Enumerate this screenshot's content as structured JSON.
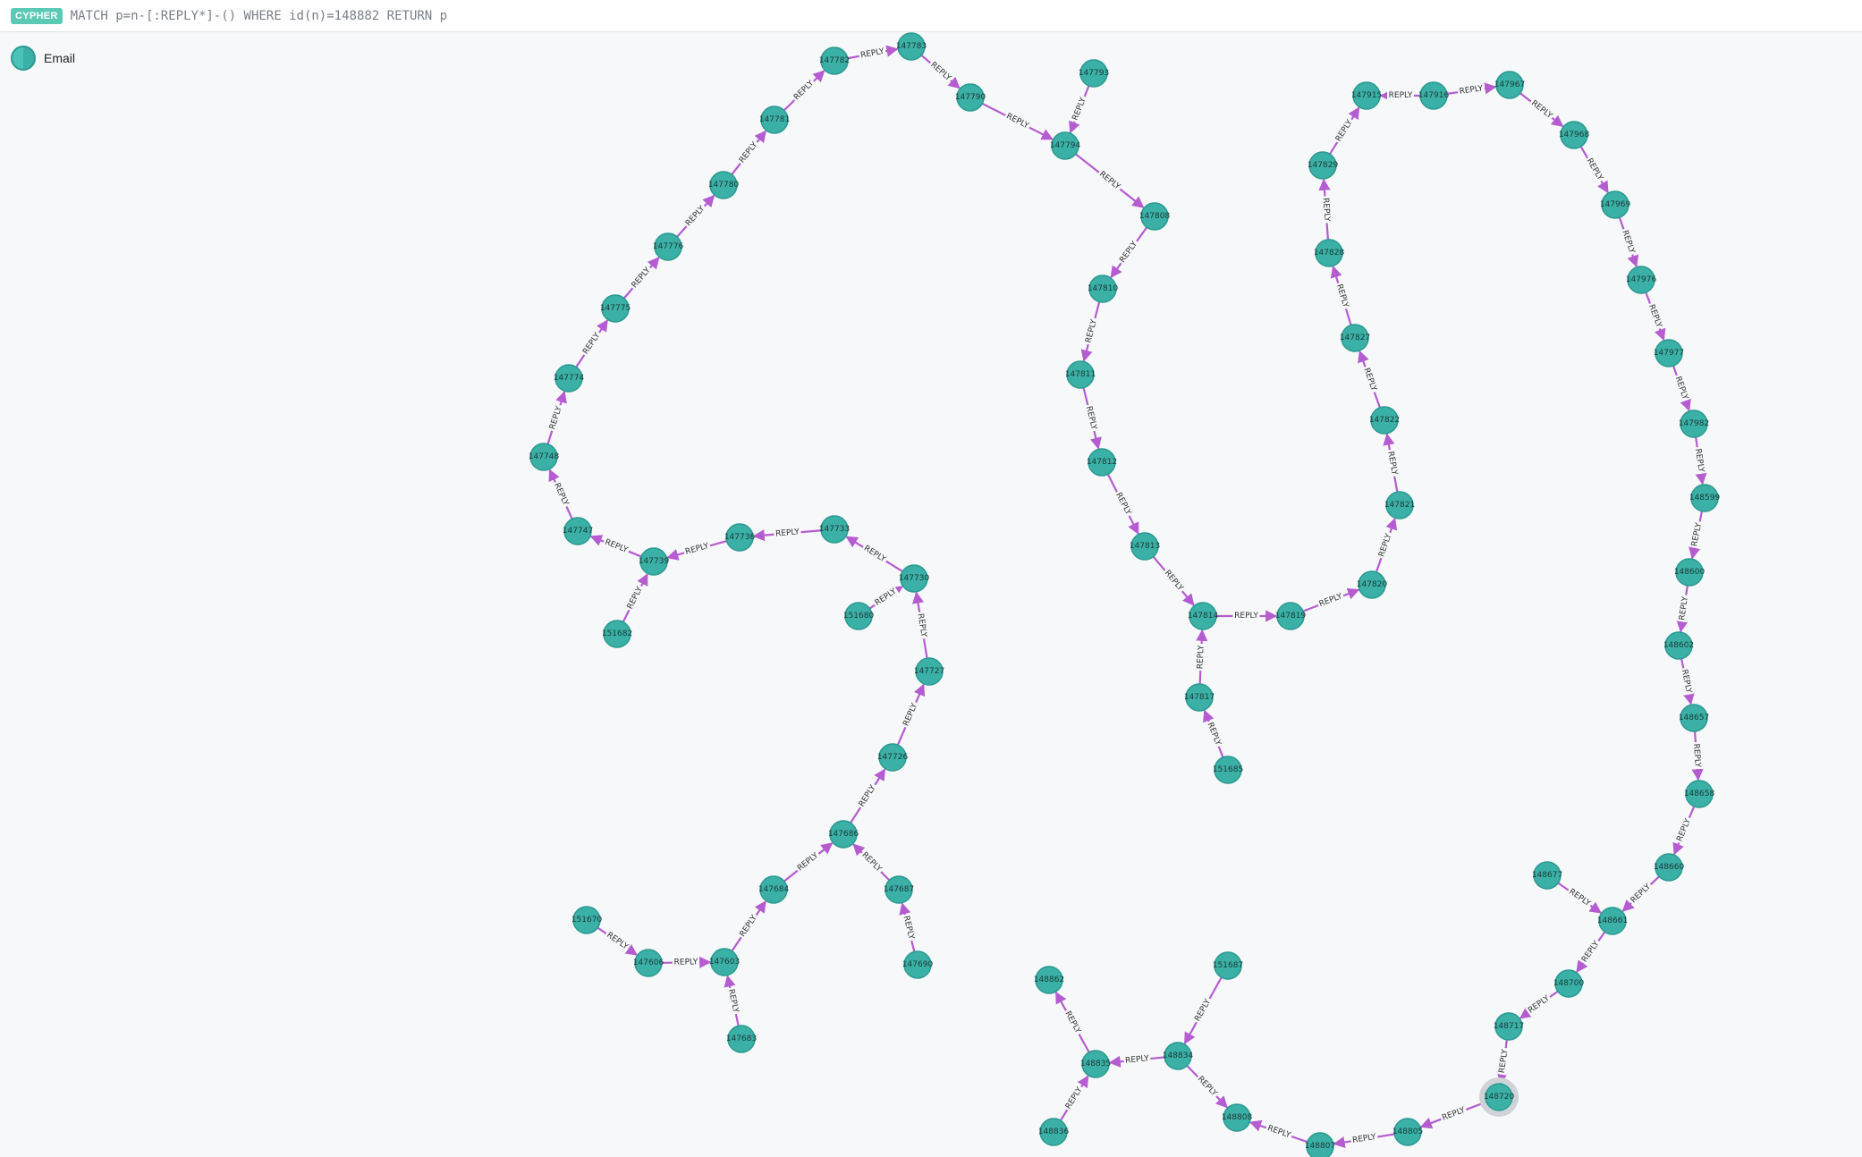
{
  "query_bar": {
    "badge": "CYPHER",
    "query": "MATCH p=n-[:REPLY*]-() WHERE id(n)=148882 RETURN p"
  },
  "legend": {
    "label": "Email",
    "color": "#3bb0a6"
  },
  "colors": {
    "node": "#3bb0a6",
    "edge": "#b45cd0",
    "background": "#f7f8fa"
  },
  "edge_label": "REPLY",
  "selected_node": "148720",
  "nodes": [
    {
      "id": "147783"
    },
    {
      "id": "147782"
    },
    {
      "id": "147781"
    },
    {
      "id": "147780"
    },
    {
      "id": "147776"
    },
    {
      "id": "147775"
    },
    {
      "id": "147774"
    },
    {
      "id": "147748"
    },
    {
      "id": "147747"
    },
    {
      "id": "147739"
    },
    {
      "id": "147736"
    },
    {
      "id": "147733"
    },
    {
      "id": "151682"
    },
    {
      "id": "147730"
    },
    {
      "id": "151680"
    },
    {
      "id": "147727"
    },
    {
      "id": "147726"
    },
    {
      "id": "147686"
    },
    {
      "id": "147684"
    },
    {
      "id": "147687"
    },
    {
      "id": "147690"
    },
    {
      "id": "147603"
    },
    {
      "id": "147606"
    },
    {
      "id": "151670"
    },
    {
      "id": "147683"
    },
    {
      "id": "147790"
    },
    {
      "id": "147793"
    },
    {
      "id": "147794"
    },
    {
      "id": "147808"
    },
    {
      "id": "147810"
    },
    {
      "id": "147811"
    },
    {
      "id": "147812"
    },
    {
      "id": "147813"
    },
    {
      "id": "147814"
    },
    {
      "id": "147817"
    },
    {
      "id": "151685"
    },
    {
      "id": "147819"
    },
    {
      "id": "147820"
    },
    {
      "id": "147821"
    },
    {
      "id": "147822"
    },
    {
      "id": "147827"
    },
    {
      "id": "147828"
    },
    {
      "id": "147829"
    },
    {
      "id": "147915"
    },
    {
      "id": "147916"
    },
    {
      "id": "147967"
    },
    {
      "id": "147968"
    },
    {
      "id": "147969"
    },
    {
      "id": "147976"
    },
    {
      "id": "147977"
    },
    {
      "id": "147982"
    },
    {
      "id": "148599"
    },
    {
      "id": "148600"
    },
    {
      "id": "148602"
    },
    {
      "id": "148657"
    },
    {
      "id": "148658"
    },
    {
      "id": "148660"
    },
    {
      "id": "148661"
    },
    {
      "id": "148677"
    },
    {
      "id": "148700"
    },
    {
      "id": "148717"
    },
    {
      "id": "148720"
    },
    {
      "id": "148805"
    },
    {
      "id": "148807"
    },
    {
      "id": "148808"
    },
    {
      "id": "148834"
    },
    {
      "id": "151687"
    },
    {
      "id": "148835"
    },
    {
      "id": "148862"
    },
    {
      "id": "148836"
    }
  ],
  "edges": [
    [
      "147782",
      "147783"
    ],
    [
      "147783",
      "147790"
    ],
    [
      "147781",
      "147782"
    ],
    [
      "147780",
      "147781"
    ],
    [
      "147776",
      "147780"
    ],
    [
      "147775",
      "147776"
    ],
    [
      "147774",
      "147775"
    ],
    [
      "147748",
      "147774"
    ],
    [
      "147747",
      "147748"
    ],
    [
      "147739",
      "147747"
    ],
    [
      "151682",
      "147739"
    ],
    [
      "147736",
      "147739"
    ],
    [
      "147733",
      "147736"
    ],
    [
      "147730",
      "147733"
    ],
    [
      "151680",
      "147730"
    ],
    [
      "147727",
      "147730"
    ],
    [
      "147726",
      "147727"
    ],
    [
      "147686",
      "147726"
    ],
    [
      "147684",
      "147686"
    ],
    [
      "147687",
      "147686"
    ],
    [
      "147690",
      "147687"
    ],
    [
      "147603",
      "147684"
    ],
    [
      "147606",
      "147603"
    ],
    [
      "151670",
      "147606"
    ],
    [
      "147683",
      "147603"
    ],
    [
      "147790",
      "147794"
    ],
    [
      "147793",
      "147794"
    ],
    [
      "147794",
      "147808"
    ],
    [
      "147808",
      "147810"
    ],
    [
      "147810",
      "147811"
    ],
    [
      "147811",
      "147812"
    ],
    [
      "147812",
      "147813"
    ],
    [
      "147813",
      "147814"
    ],
    [
      "147817",
      "147814"
    ],
    [
      "151685",
      "147817"
    ],
    [
      "147814",
      "147819"
    ],
    [
      "147819",
      "147820"
    ],
    [
      "147820",
      "147821"
    ],
    [
      "147821",
      "147822"
    ],
    [
      "147822",
      "147827"
    ],
    [
      "147827",
      "147828"
    ],
    [
      "147828",
      "147829"
    ],
    [
      "147829",
      "147915"
    ],
    [
      "147916",
      "147915"
    ],
    [
      "147916",
      "147967"
    ],
    [
      "147967",
      "147968"
    ],
    [
      "147968",
      "147969"
    ],
    [
      "147969",
      "147976"
    ],
    [
      "147976",
      "147977"
    ],
    [
      "147977",
      "147982"
    ],
    [
      "147982",
      "148599"
    ],
    [
      "148599",
      "148600"
    ],
    [
      "148600",
      "148602"
    ],
    [
      "148602",
      "148657"
    ],
    [
      "148657",
      "148658"
    ],
    [
      "148658",
      "148660"
    ],
    [
      "148660",
      "148661"
    ],
    [
      "148677",
      "148661"
    ],
    [
      "148661",
      "148700"
    ],
    [
      "148700",
      "148717"
    ],
    [
      "148717",
      "148720"
    ],
    [
      "148720",
      "148805"
    ],
    [
      "148805",
      "148807"
    ],
    [
      "148807",
      "148808"
    ],
    [
      "148834",
      "148808"
    ],
    [
      "151687",
      "148834"
    ],
    [
      "148834",
      "148835"
    ],
    [
      "148835",
      "148862"
    ],
    [
      "148836",
      "148835"
    ]
  ]
}
